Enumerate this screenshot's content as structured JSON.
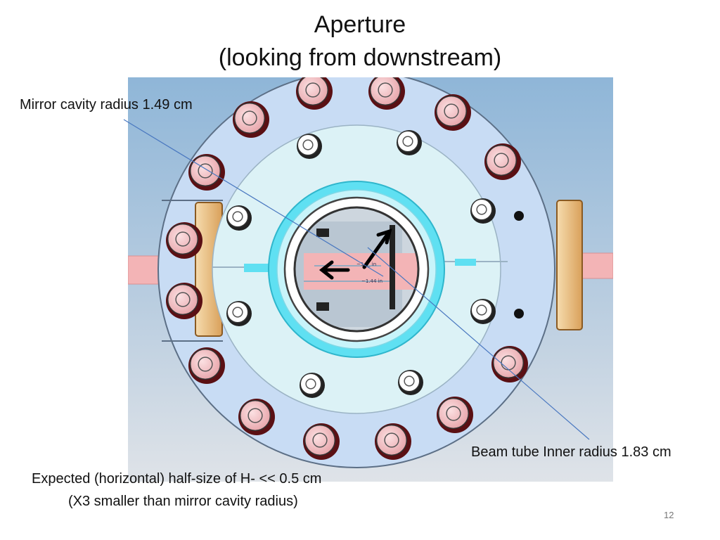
{
  "slide": {
    "title_line1": "Aperture",
    "title_line2": "(looking from downstream)",
    "page_number": "12"
  },
  "annotations": {
    "mirror_cavity": "Mirror cavity radius 1.49 cm",
    "beam_tube": "Beam tube Inner radius 1.83 cm",
    "expected_line1": "Expected (horizontal) half-size of H-  << 0.5 cm",
    "expected_line2": "(X3 smaller than mirror cavity radius)"
  },
  "figure": {
    "dimension_label_top": "~1.__ in",
    "dimension_label_bottom": "~1.44 in"
  },
  "colors": {
    "flange_blue": "#c8dcf4",
    "inner_plate": "#dcf2f6",
    "cyan_ring": "#5fe0f2",
    "bolt_pink": "#f2c2c6",
    "bolt_dark": "#5a1014",
    "beam_tube_pink": "#f3b4b6",
    "clamp_orange": "#e8b676",
    "leader_line": "#4a78c0"
  }
}
